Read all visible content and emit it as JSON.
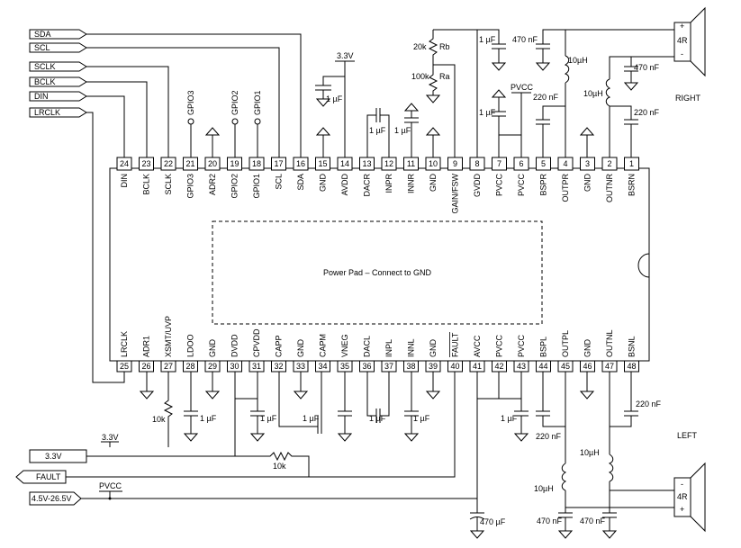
{
  "diagram": {
    "chip": {
      "pad_label": "Power Pad – Connect to GND"
    },
    "top_pins": [
      {
        "num": "24",
        "name": "DIN"
      },
      {
        "num": "23",
        "name": "BCLK"
      },
      {
        "num": "22",
        "name": "SCLK"
      },
      {
        "num": "21",
        "name": "GPIO3"
      },
      {
        "num": "20",
        "name": "ADR2"
      },
      {
        "num": "19",
        "name": "GPIO2"
      },
      {
        "num": "18",
        "name": "GPIO1"
      },
      {
        "num": "17",
        "name": "SCL"
      },
      {
        "num": "16",
        "name": "SDA"
      },
      {
        "num": "15",
        "name": "GND"
      },
      {
        "num": "14",
        "name": "AVDD"
      },
      {
        "num": "13",
        "name": "DACR"
      },
      {
        "num": "12",
        "name": "INPR"
      },
      {
        "num": "11",
        "name": "INNR"
      },
      {
        "num": "10",
        "name": "GND"
      },
      {
        "num": "9",
        "name": "GAIN/FSW"
      },
      {
        "num": "8",
        "name": "GVDD"
      },
      {
        "num": "7",
        "name": "PVCC"
      },
      {
        "num": "6",
        "name": "PVCC"
      },
      {
        "num": "5",
        "name": "BSPR"
      },
      {
        "num": "4",
        "name": "OUTPR"
      },
      {
        "num": "3",
        "name": "GND"
      },
      {
        "num": "2",
        "name": "OUTNR"
      },
      {
        "num": "1",
        "name": "BSRN"
      }
    ],
    "bottom_pins": [
      {
        "num": "25",
        "name": "LRCLK"
      },
      {
        "num": "26",
        "name": "ADR1"
      },
      {
        "num": "27",
        "name": "XSMT/UVP"
      },
      {
        "num": "28",
        "name": "LDOO"
      },
      {
        "num": "29",
        "name": "GND"
      },
      {
        "num": "30",
        "name": "DVDD"
      },
      {
        "num": "31",
        "name": "CPVDD"
      },
      {
        "num": "32",
        "name": "CAPP"
      },
      {
        "num": "33",
        "name": "GND"
      },
      {
        "num": "34",
        "name": "CAPM"
      },
      {
        "num": "35",
        "name": "VNEG"
      },
      {
        "num": "36",
        "name": "DACL"
      },
      {
        "num": "37",
        "name": "INPL"
      },
      {
        "num": "38",
        "name": "INNL"
      },
      {
        "num": "39",
        "name": "GND"
      },
      {
        "num": "40",
        "name": "FAULT"
      },
      {
        "num": "41",
        "name": "AVCC"
      },
      {
        "num": "42",
        "name": "PVCC"
      },
      {
        "num": "43",
        "name": "PVCC"
      },
      {
        "num": "44",
        "name": "BSPL"
      },
      {
        "num": "45",
        "name": "OUTPL"
      },
      {
        "num": "46",
        "name": "GND"
      },
      {
        "num": "47",
        "name": "OUTNL"
      },
      {
        "num": "48",
        "name": "BSNL"
      }
    ],
    "signals": {
      "sda": "SDA",
      "scl": "SCL",
      "sclk": "SCLK",
      "bclk": "BCLK",
      "din": "DIN",
      "lrclk": "LRCLK",
      "v33": "3.3V",
      "fault": "FAULT",
      "vin": "4.5V-26.5V"
    },
    "gpio_labels": {
      "gpio3": "GPIO3",
      "gpio2": "GPIO2",
      "gpio1": "GPIO1"
    },
    "rails": {
      "v33_top": "3.3V",
      "pvcc_top": "PVCC",
      "v33_bottom": "3.3V",
      "pvcc_bottom": "PVCC"
    },
    "components": {
      "rb": "20k",
      "rb_name": "Rb",
      "ra": "100k",
      "ra_name": "Ra",
      "c_1uf": "1 µF",
      "c_470nf": "470 nF",
      "c_220nf": "220 nF",
      "l_10uh": "10µH",
      "r_10k": "10k",
      "c_470uf": "470 µF"
    },
    "speakers": {
      "right_label": "RIGHT",
      "left_label": "LEFT",
      "impedance": "4R",
      "plus": "+",
      "minus": "-"
    }
  }
}
